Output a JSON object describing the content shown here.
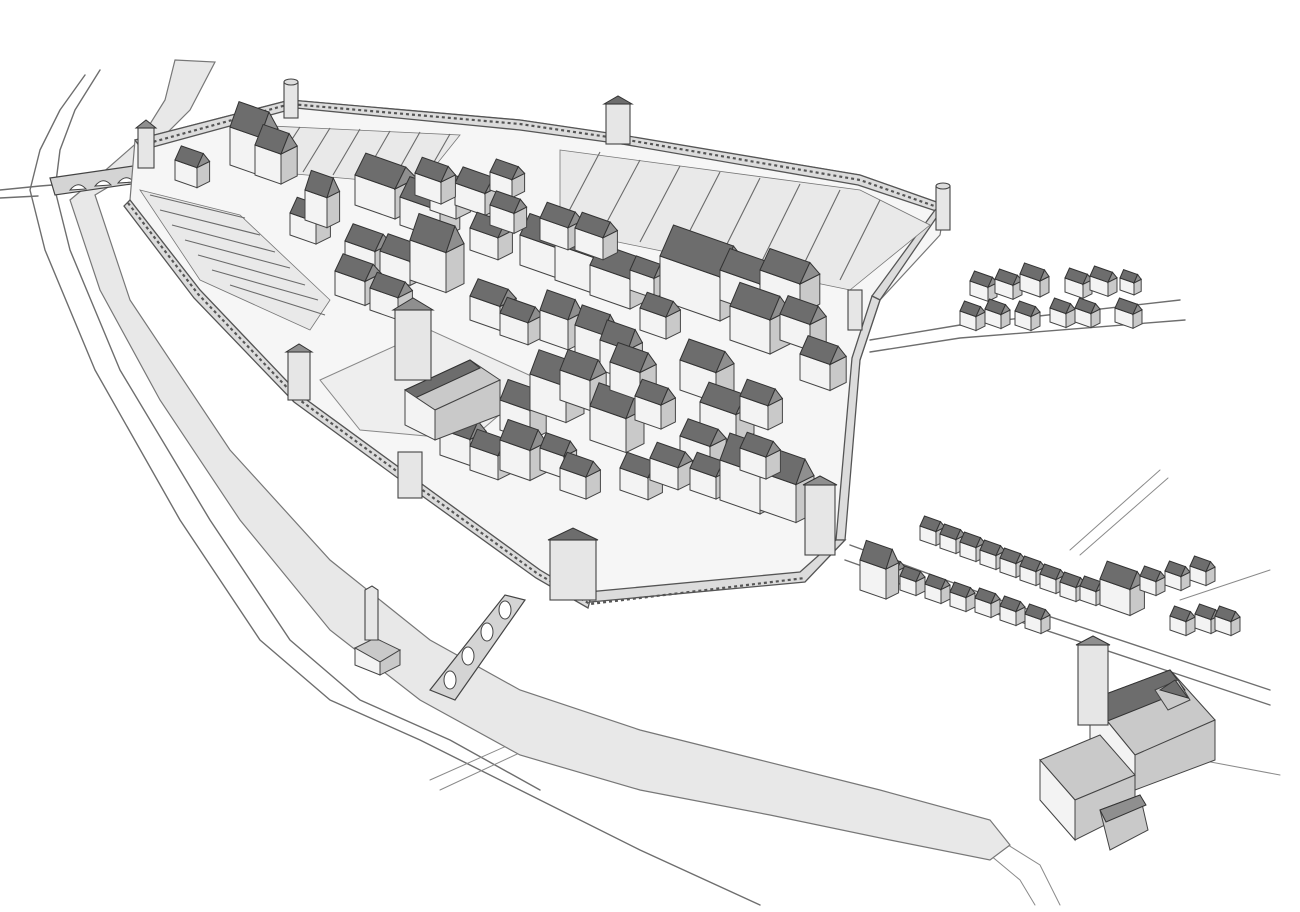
{
  "illustration": {
    "kind": "monochrome isometric reconstruction drawing of a walled medieval town beside a river",
    "palette": {
      "background": "#ffffff",
      "line": "#555555",
      "river": "#e8e8e8",
      "roof_dark": "#6d6d6d",
      "wall_shade": "#c9c9c9"
    },
    "features": [
      "curtain-wall",
      "corner-towers",
      "river",
      "stone-bridge",
      "burgage-plots",
      "market-square",
      "church",
      "outlying-village",
      "suburb-street",
      "abbey"
    ]
  }
}
